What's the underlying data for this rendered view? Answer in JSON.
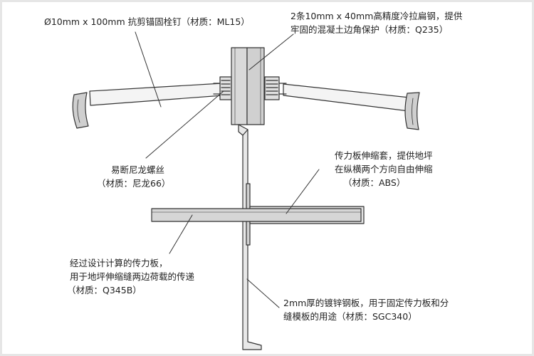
{
  "labels": {
    "anchor_bolt": "Ø10mm x 100mm 抗剪锚固栓钉（材质：ML15）",
    "steel_line1": "2条10mm x 40mm高精度冷拉扁钢，提供",
    "steel_line2": "牢固的混凝土边角保护（材质：Q235）",
    "nylon_line1": "易断尼龙螺丝",
    "nylon_line2": "（材质：尼龙66）",
    "sleeve_line1": "传力板伸缩套，提供地坪",
    "sleeve_line2": "在纵横两个方向自由伸缩",
    "sleeve_line3": "（材质：ABS）",
    "plate_line1": "经过设计计算的传力板，",
    "plate_line2": "用于地坪伸缩缝两边荷载的传递",
    "plate_line3": "（材质：Q345B）",
    "galv_line1": "2mm厚的镀锌钢板，用于固定传力板和分",
    "galv_line2": "缝模板的用途（材质：SGC340）"
  },
  "colors": {
    "line": "#333333",
    "fill": "#d9d9d9",
    "fill_dark": "#bdbdbd",
    "frame": "#e6e6e6"
  }
}
